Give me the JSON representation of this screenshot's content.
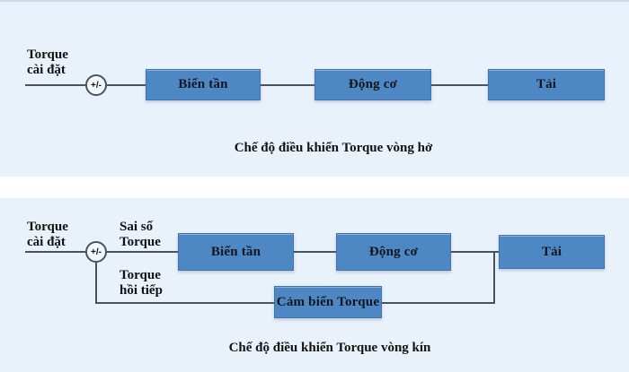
{
  "colors": {
    "panel_bg": "#e9f1fa",
    "edge_line": "#c9daec",
    "box_fill": "#4d87c4",
    "box_border": "#3f73af",
    "box_text": "#13161c",
    "line": "#47545f",
    "sum_fill": "#f3f8fd",
    "label_text": "#121212"
  },
  "diagrams": [
    {
      "id": "open-loop",
      "source_label": [
        "Torque",
        "cài đặt"
      ],
      "sum_label": "+/-",
      "blocks": [
        "Biến tần",
        "Động cơ",
        "Tải"
      ],
      "caption": "Chế độ điều khiển Torque vòng hở"
    },
    {
      "id": "closed-loop",
      "source_label": [
        "Torque",
        "cài đặt"
      ],
      "sum_label": "+/-",
      "error_label": [
        "Sai số",
        "Torque"
      ],
      "feedback_label": [
        "Torque",
        "hồi tiếp"
      ],
      "blocks": [
        "Biến tần",
        "Động cơ",
        "Tải"
      ],
      "feedback_block": "Cảm biến Torque",
      "caption": "Chế độ điều khiển Torque vòng kín"
    }
  ]
}
